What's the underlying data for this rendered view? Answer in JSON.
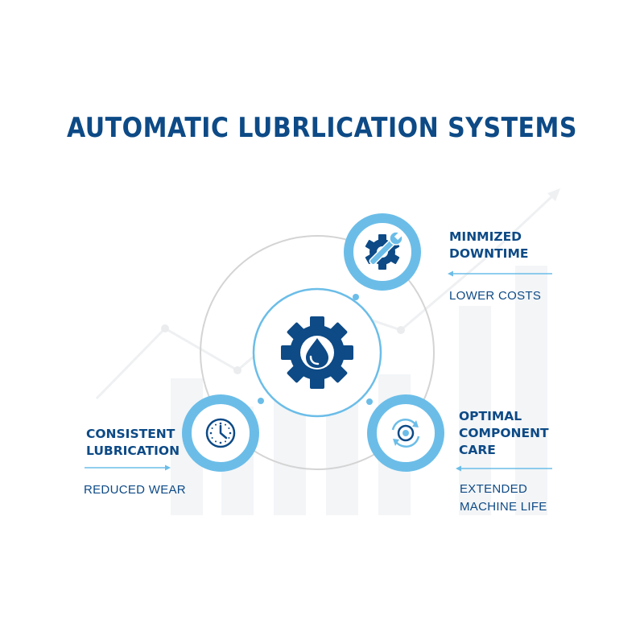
{
  "title": "AUTOMATIC LUBRLICATION SYSTEMS",
  "colors": {
    "primary": "#0d4a86",
    "accent": "#6bbde8",
    "ring_light": "#aed6f0",
    "gray": "#d4d4d4",
    "background_faint": "#f4f6f8"
  },
  "center": {
    "icon": "gear-with-oil-drop-icon"
  },
  "benefits": {
    "top_right": {
      "icon": "gear-wrench-icon",
      "title_lines": [
        "MINMIZED",
        "DOWNTIME"
      ],
      "sub_lines": [
        "LOWER COSTS"
      ]
    },
    "bottom_left": {
      "icon": "clock-icon",
      "title_lines": [
        "CONSISTENT",
        "LUBRICATION"
      ],
      "sub_lines": [
        "REDUCED WEAR"
      ]
    },
    "bottom_right": {
      "icon": "cycle-target-icon",
      "title_lines": [
        "OPTIMAL",
        "COMPONENT",
        "CARE"
      ],
      "sub_lines": [
        "EXTENDED",
        "MACHINE LIFE"
      ]
    }
  }
}
